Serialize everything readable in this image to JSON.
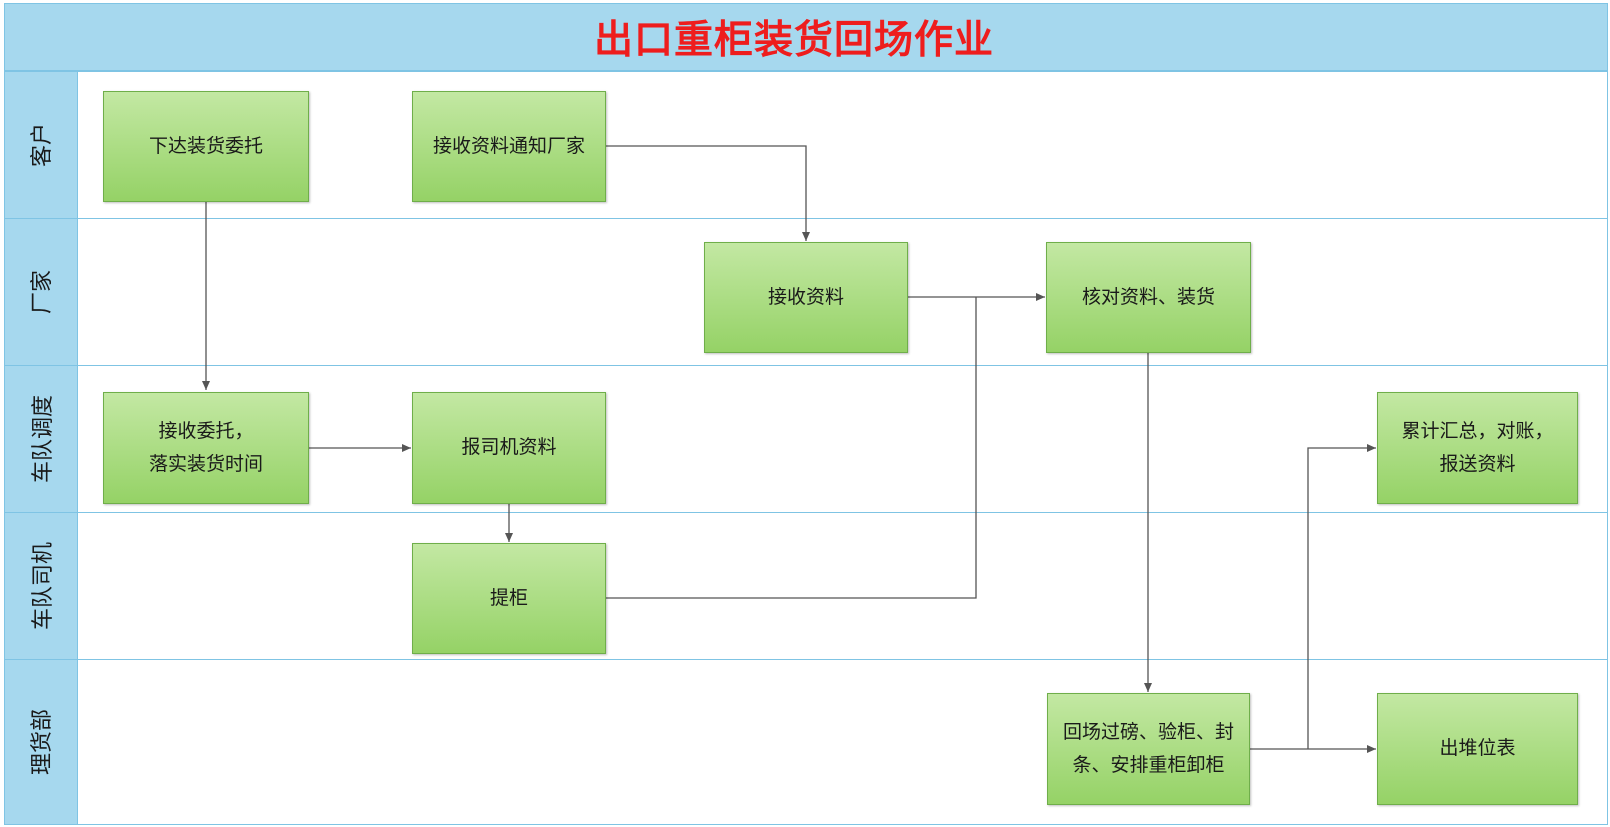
{
  "title": "出口重柜装货回场作业",
  "lanes": [
    "客户",
    "厂家",
    "车队调度",
    "车队司机",
    "理货部"
  ],
  "nodes": {
    "n1": "下达装货委托",
    "n2": "接收资料通知厂家",
    "n3": "接收资料",
    "n4": "核对资料、装货",
    "n5": "接收委托，\n落实装货时间",
    "n6": "报司机资料",
    "n7": "累计汇总，对账，\n报送资料",
    "n8": "提柜",
    "n9": "回场过磅、验柜、封\n条、安排重柜卸柜",
    "n10": "出堆位表"
  },
  "colors": {
    "title_text": "#ee1d1d",
    "header_fill": "#a6d8ee",
    "node_fill_top": "#c3e8a3",
    "node_fill_bottom": "#95d266",
    "connector": "#555555"
  }
}
